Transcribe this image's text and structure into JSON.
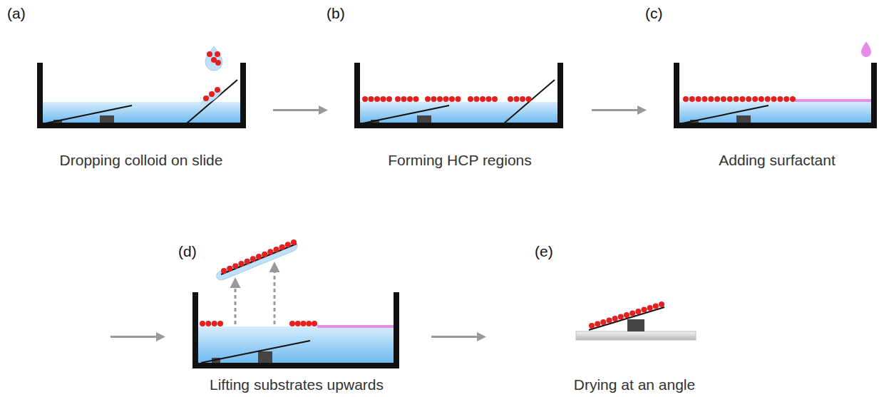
{
  "diagram": {
    "labels": [
      "(a)",
      "(b)",
      "(c)",
      "Dropping colloid on slide",
      "Forming HCP regions",
      "Adding surfactant",
      "(d)",
      "(e)",
      "Lifting substrates upwards",
      "Drying at an angle"
    ]
  }
}
